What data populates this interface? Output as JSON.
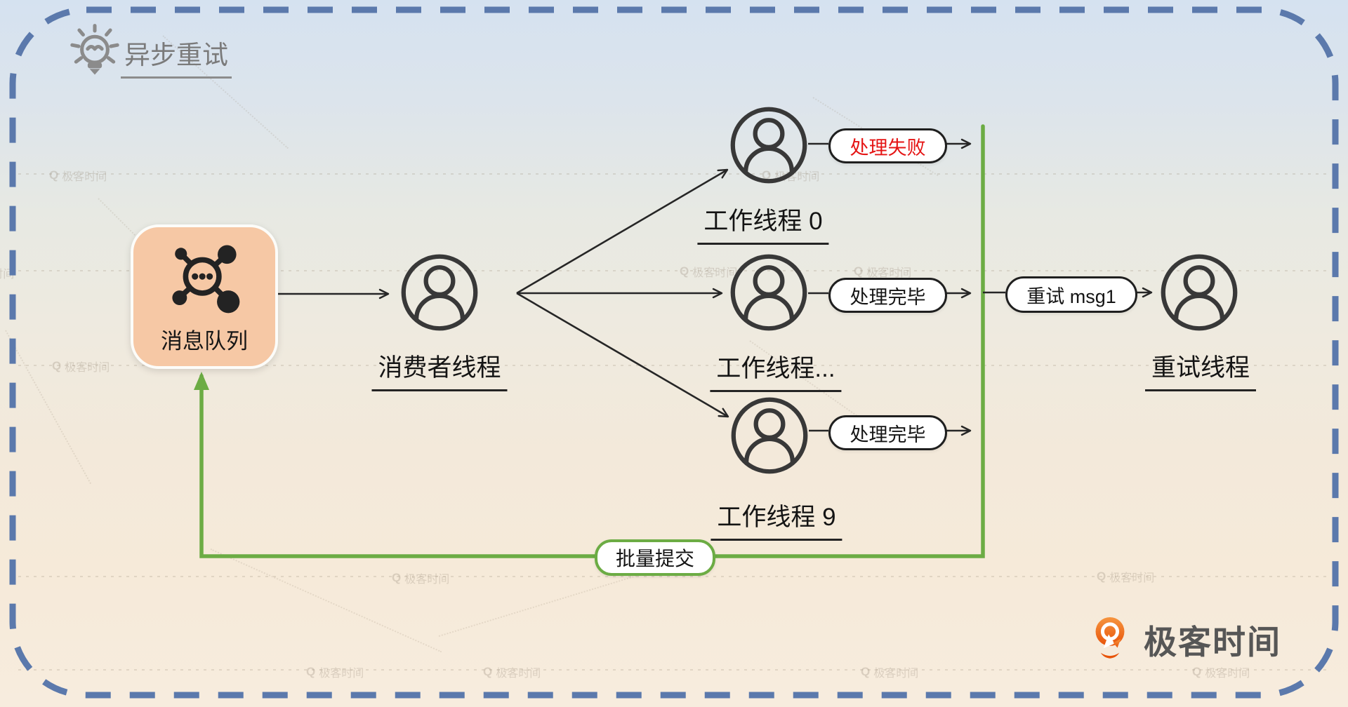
{
  "header": {
    "title": "异步重试"
  },
  "diagram": {
    "queue": {
      "label": "消息队列"
    },
    "consumer": {
      "label": "消费者线程"
    },
    "workers": [
      {
        "label": "工作线程 0",
        "result": "处理失败"
      },
      {
        "label": "工作线程...",
        "result": "处理完毕"
      },
      {
        "label": "工作线程 9",
        "result": "处理完毕"
      }
    ],
    "retry": {
      "label": "重试线程",
      "trigger": "重试 msg1"
    },
    "batch_commit": {
      "label": "批量提交"
    }
  },
  "branding": {
    "logo_text": "极客时间"
  },
  "watermark": {
    "q": "Q",
    "label": "极客时间"
  },
  "colors": {
    "accent_green": "#6CAC44",
    "fail_red": "#E51414",
    "border_blue": "#5B79AC",
    "queue_fill": "#F6C8A5",
    "stroke_dark": "#262626"
  }
}
